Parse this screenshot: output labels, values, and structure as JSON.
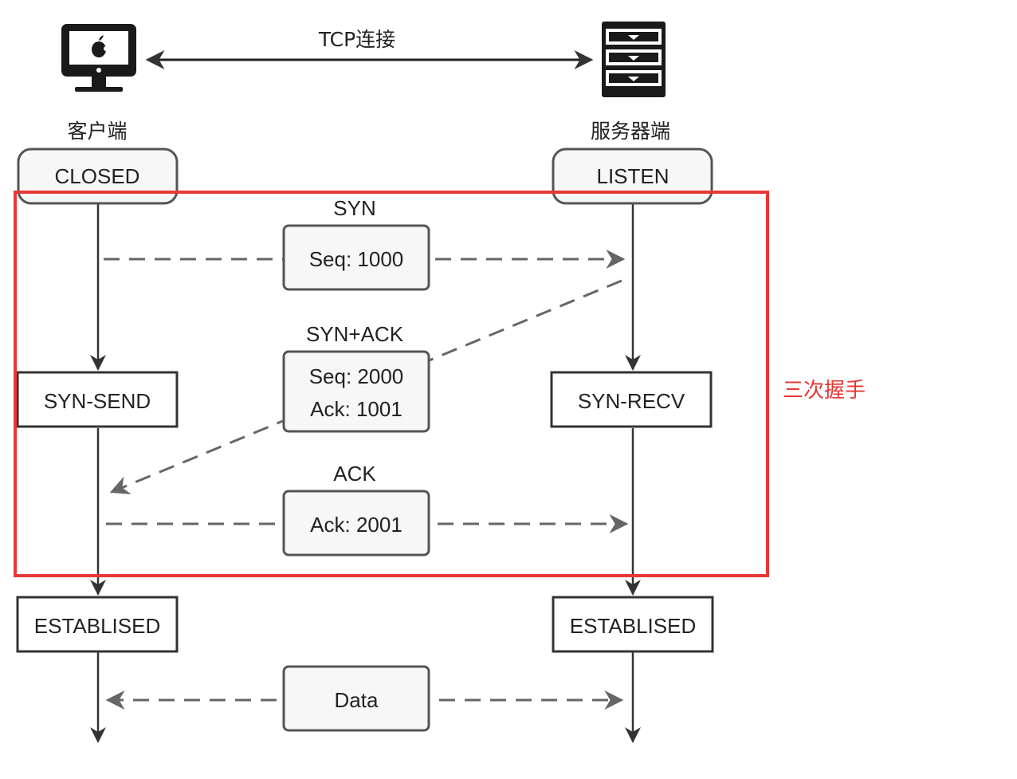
{
  "header": {
    "connection_label": "TCP连接"
  },
  "client": {
    "label": "客户端",
    "icon": "imac-icon",
    "states": [
      "CLOSED",
      "SYN-SEND",
      "ESTABLISED"
    ]
  },
  "server": {
    "label": "服务器端",
    "icon": "server-cabinet-icon",
    "states": [
      "LISTEN",
      "SYN-RECV",
      "ESTABLISED"
    ]
  },
  "handshake": {
    "title": "三次握手",
    "highlight_color": "#e53935",
    "steps": [
      {
        "name": "SYN",
        "lines": [
          "Seq: 1000"
        ]
      },
      {
        "name": "SYN+ACK",
        "lines": [
          "Seq: 2000",
          "Ack: 1001"
        ]
      },
      {
        "name": "ACK",
        "lines": [
          "Ack: 2001"
        ]
      }
    ]
  },
  "data_transfer": {
    "label": "Data"
  },
  "colors": {
    "line": "#333333",
    "dash": "#666666",
    "box_fill": "#f7f7f7",
    "box_border": "#555555"
  }
}
